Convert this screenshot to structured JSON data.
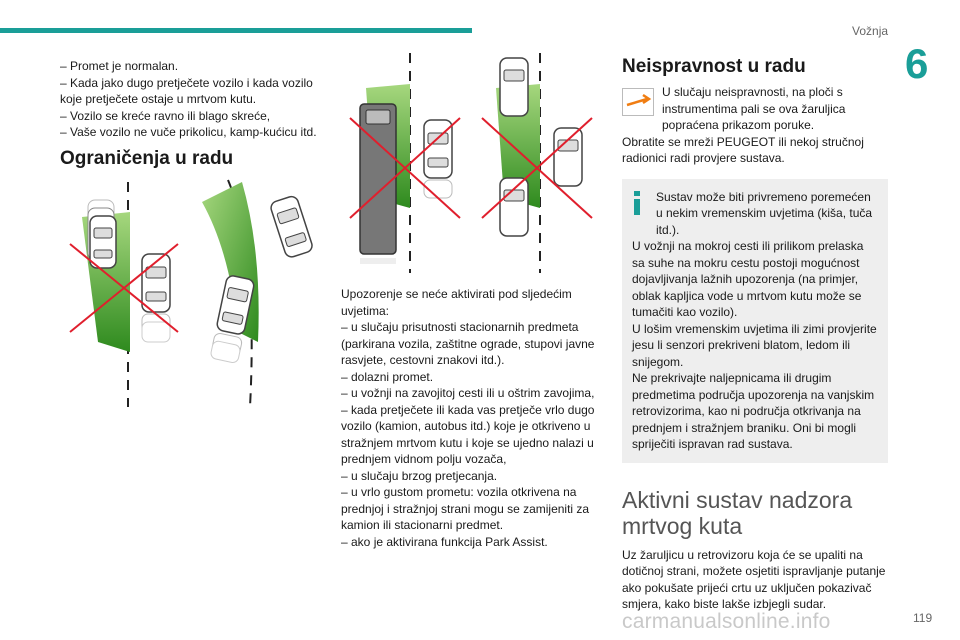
{
  "header": {
    "section": "Vožnja",
    "chapter": "6"
  },
  "footer": {
    "page": "119",
    "watermark": "carmanualsonline.info"
  },
  "col1": {
    "lines": [
      "– Promet je normalan.",
      "– Kada jako dugo pretječete vozilo i kada vozilo koje pretječete ostaje u mrtvom kutu.",
      "– Vozilo se kreće ravno ili blago skreće,",
      "– Vaše vozilo ne vuče prikolicu, kamp-kućicu itd."
    ],
    "heading": "Ograničenja u radu"
  },
  "col2": {
    "intro": "Upozorenje se neće aktivirati pod sljedećim uvjetima:",
    "items": [
      "– u slučaju prisutnosti stacionarnih predmeta (parkirana vozila, zaštitne ograde, stupovi javne rasvjete, cestovni znakovi itd.).",
      "– dolazni promet.",
      "– u vožnji na zavojitoj cesti ili u oštrim zavojima,",
      "– kada pretječete ili kada vas pretječe vrlo dugo vozilo (kamion, autobus itd.) koje je otkriveno u stražnjem mrtvom kutu i koje se ujedno nalazi u prednjem vidnom polju vozača,",
      "– u slučaju brzog pretjecanja.",
      "– u vrlo gustom prometu: vozila otkrivena na prednjoj i stražnjoj strani mogu se zamijeniti za kamion ili stacionarni predmet.",
      "– ako je aktivirana funkcija Park Assist."
    ]
  },
  "col3": {
    "heading": "Neispravnost u radu",
    "warning": "U slučaju neispravnosti, na ploči s instrumentima pali se ova žaruljica popraćena prikazom poruke.",
    "advice": "Obratite se mreži PEUGEOT ili nekoj stručnoj radionici radi provjere sustava.",
    "info": [
      "Sustav može biti privremeno poremećen u nekim vremenskim uvjetima (kiša, tuča itd.).",
      "U vožnji na mokroj cesti ili prilikom prelaska sa suhe na mokru cestu postoji mogućnost dojavljivanja lažnih upozorenja (na primjer, oblak kapljica vode u mrtvom kutu može se tumačiti kao vozilo).",
      "U lošim vremenskim uvjetima ili zimi provjerite jesu li senzori prekriveni blatom, ledom ili snijegom.",
      "Ne prekrivajte naljepnicama ili drugim predmetima područja upozorenja na vanjskim retrovizorima, kao ni područja otkrivanja na prednjem i stražnjem braniku. Oni bi mogli spriječiti ispravan rad sustava."
    ],
    "heading2_line1": "Aktivni sustav nadzora",
    "heading2_line2": "mrtvog kuta",
    "final": "Uz žaruljicu u retrovizoru koja će se upaliti na dotičnoj strani, možete osjetiti ispravljanje putanje ako pokušate prijeći crtu uz uključen pokazivač smjera, kako biste lakše izbjegli sudar."
  },
  "colors": {
    "accent": "#1a9e98",
    "green": "#3f9a2a",
    "cross": "#e01f2d",
    "warning_icon": "#f07d12"
  },
  "icons": [
    "lane-correction-warning-icon",
    "info-icon"
  ]
}
